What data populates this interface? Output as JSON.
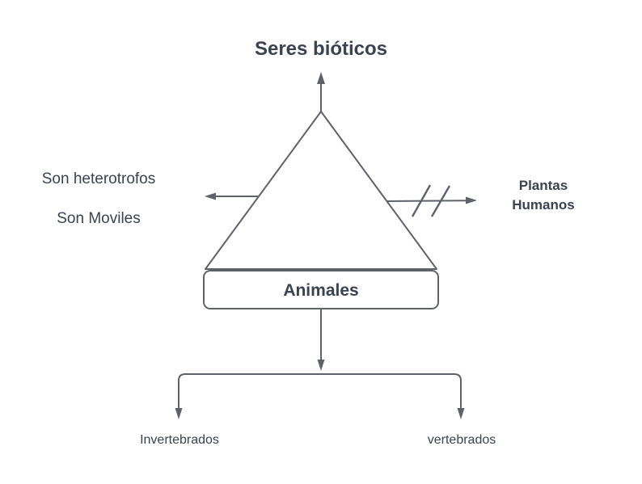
{
  "colors": {
    "line": "#5f6269",
    "text": "#3b4251",
    "node_fill": "#ffffff",
    "background": "#ffffff"
  },
  "diagram": {
    "title": "Seres bióticos",
    "left_notes": [
      "Son heterotrofos",
      "Son Moviles"
    ],
    "right_notes": [
      "Plantas",
      "Humanos"
    ],
    "center_node": "Animales",
    "children": [
      "Invertebrados",
      "vertebrados"
    ]
  }
}
